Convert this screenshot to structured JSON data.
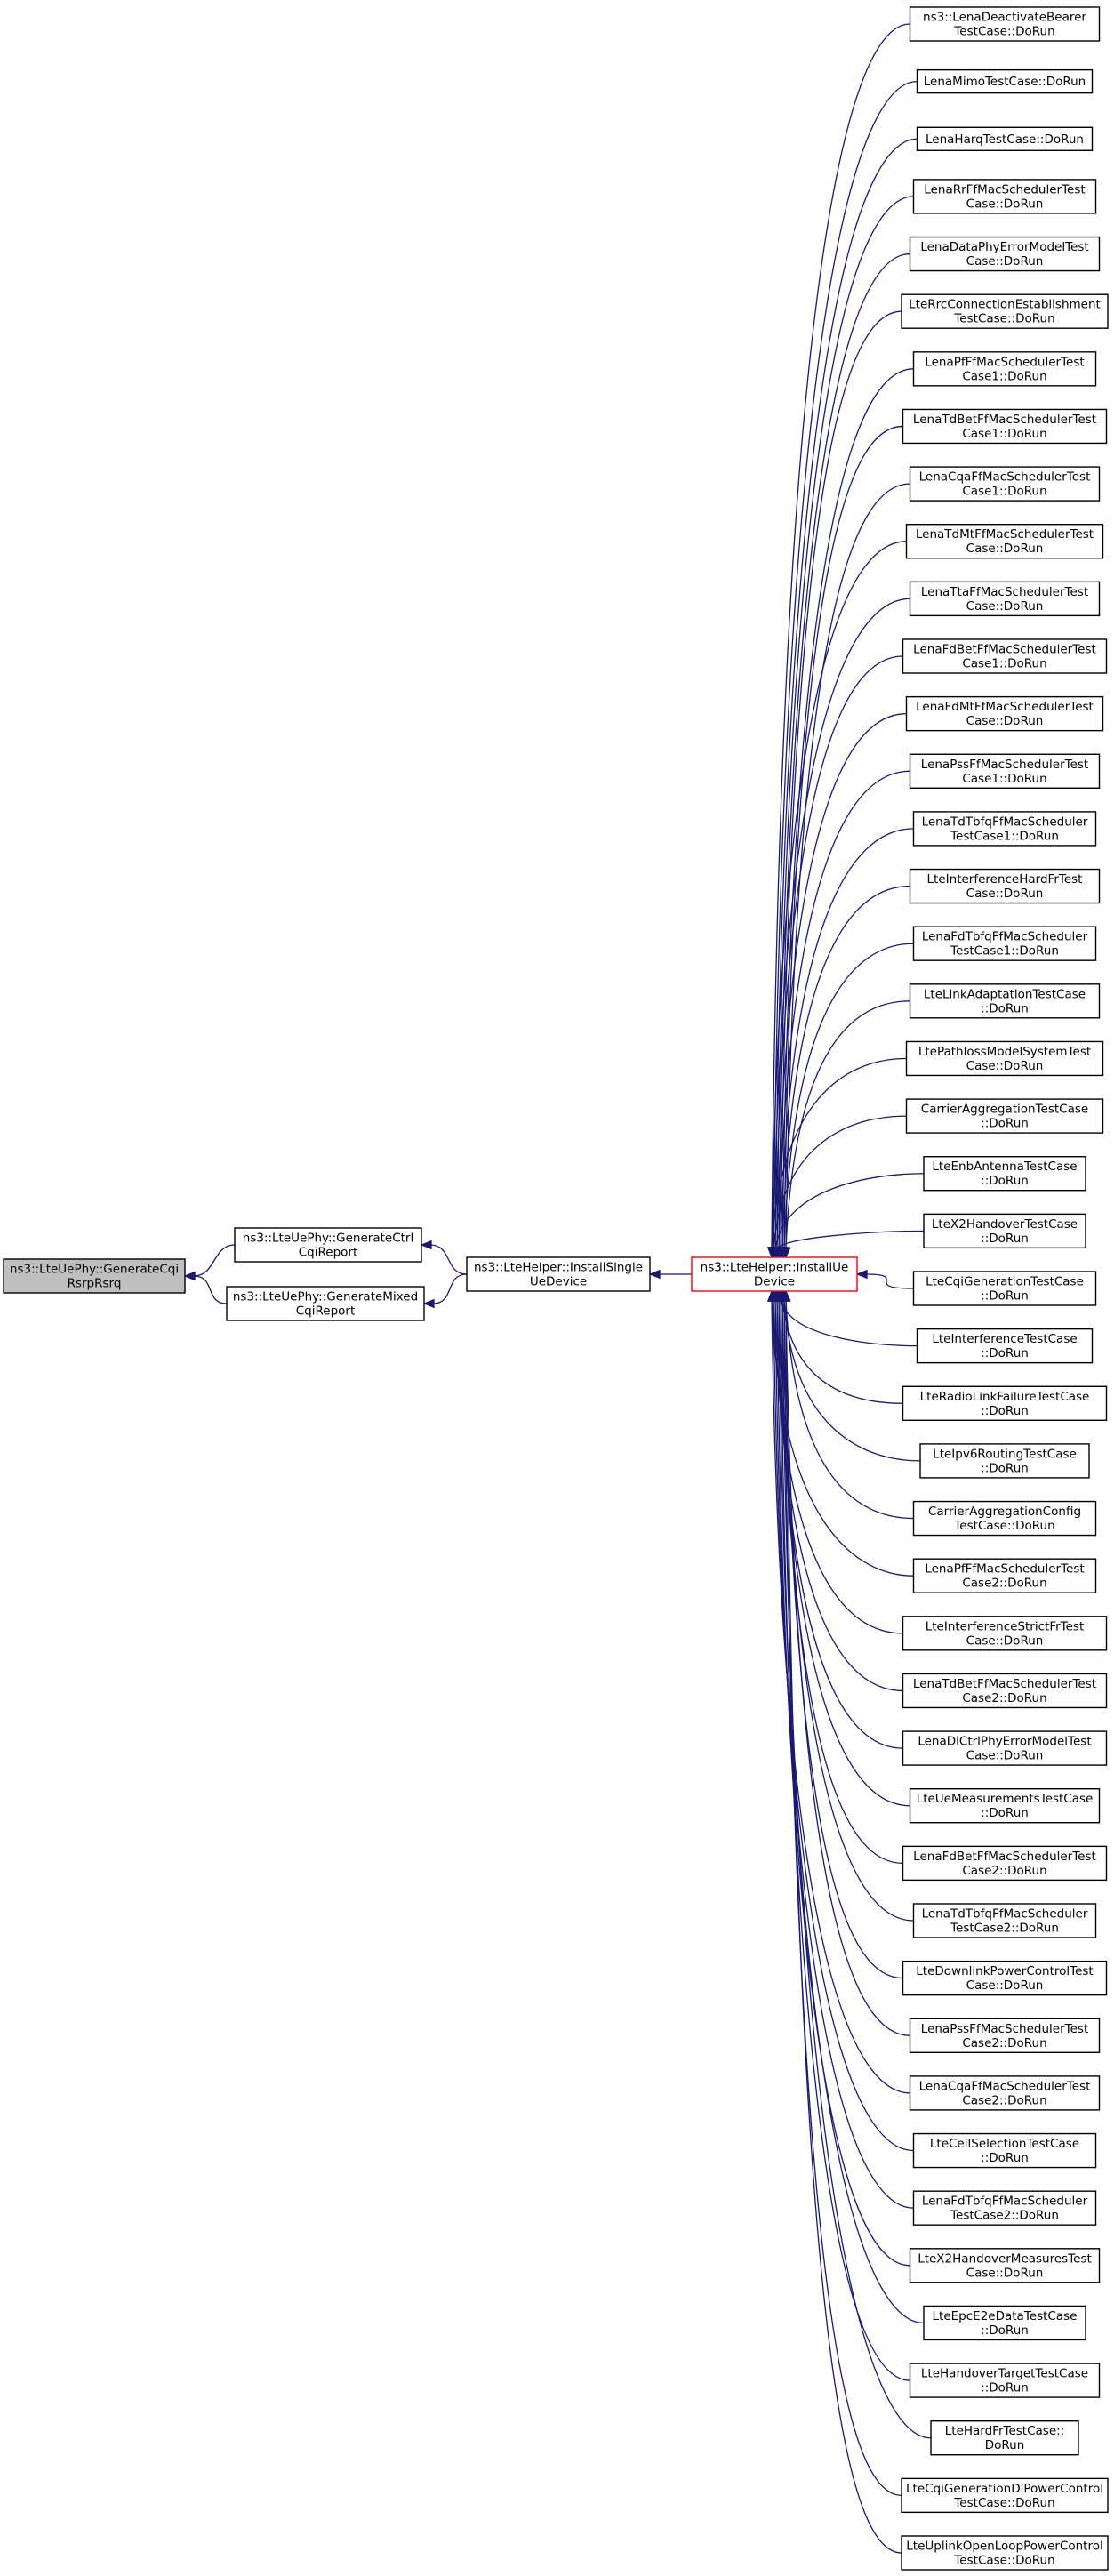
{
  "diagram": {
    "nodes": [
      {
        "id": "n0",
        "lines": [
          "ns3::LteUePhy::GenerateCqi",
          "RsrpRsrq"
        ],
        "style": "current"
      },
      {
        "id": "n1",
        "lines": [
          "ns3::LteUePhy::GenerateCtrl",
          "CqiReport"
        ]
      },
      {
        "id": "n2",
        "lines": [
          "ns3::LteUePhy::GenerateMixed",
          "CqiReport"
        ]
      },
      {
        "id": "n3",
        "lines": [
          "ns3::LteHelper::InstallSingle",
          "UeDevice"
        ]
      },
      {
        "id": "n4",
        "lines": [
          "ns3::LteHelper::InstallUe",
          "Device"
        ],
        "style": "highlight"
      },
      {
        "id": "c0",
        "lines": [
          "ns3::LenaDeactivateBearer",
          "TestCase::DoRun"
        ]
      },
      {
        "id": "c1",
        "lines": [
          "LenaMimoTestCase::DoRun"
        ]
      },
      {
        "id": "c2",
        "lines": [
          "LenaHarqTestCase::DoRun"
        ]
      },
      {
        "id": "c3",
        "lines": [
          "LenaRrFfMacSchedulerTest",
          "Case::DoRun"
        ]
      },
      {
        "id": "c4",
        "lines": [
          "LenaDataPhyErrorModelTest",
          "Case::DoRun"
        ]
      },
      {
        "id": "c5",
        "lines": [
          "LteRrcConnectionEstablishment",
          "TestCase::DoRun"
        ]
      },
      {
        "id": "c6",
        "lines": [
          "LenaPfFfMacSchedulerTest",
          "Case1::DoRun"
        ]
      },
      {
        "id": "c7",
        "lines": [
          "LenaTdBetFfMacSchedulerTest",
          "Case1::DoRun"
        ]
      },
      {
        "id": "c8",
        "lines": [
          "LenaCqaFfMacSchedulerTest",
          "Case1::DoRun"
        ]
      },
      {
        "id": "c9",
        "lines": [
          "LenaTdMtFfMacSchedulerTest",
          "Case::DoRun"
        ]
      },
      {
        "id": "c10",
        "lines": [
          "LenaTtaFfMacSchedulerTest",
          "Case::DoRun"
        ]
      },
      {
        "id": "c11",
        "lines": [
          "LenaFdBetFfMacSchedulerTest",
          "Case1::DoRun"
        ]
      },
      {
        "id": "c12",
        "lines": [
          "LenaFdMtFfMacSchedulerTest",
          "Case::DoRun"
        ]
      },
      {
        "id": "c13",
        "lines": [
          "LenaPssFfMacSchedulerTest",
          "Case1::DoRun"
        ]
      },
      {
        "id": "c14",
        "lines": [
          "LenaTdTbfqFfMacScheduler",
          "TestCase1::DoRun"
        ]
      },
      {
        "id": "c15",
        "lines": [
          "LteInterferenceHardFrTest",
          "Case::DoRun"
        ]
      },
      {
        "id": "c16",
        "lines": [
          "LenaFdTbfqFfMacScheduler",
          "TestCase1::DoRun"
        ]
      },
      {
        "id": "c17",
        "lines": [
          "LteLinkAdaptationTestCase",
          "::DoRun"
        ]
      },
      {
        "id": "c18",
        "lines": [
          "LtePathlossModelSystemTest",
          "Case::DoRun"
        ]
      },
      {
        "id": "c19",
        "lines": [
          "CarrierAggregationTestCase",
          "::DoRun"
        ]
      },
      {
        "id": "c20",
        "lines": [
          "LteEnbAntennaTestCase",
          "::DoRun"
        ]
      },
      {
        "id": "c21",
        "lines": [
          "LteX2HandoverTestCase",
          "::DoRun"
        ]
      },
      {
        "id": "c22",
        "lines": [
          "LteCqiGenerationTestCase",
          "::DoRun"
        ]
      },
      {
        "id": "c23",
        "lines": [
          "LteInterferenceTestCase",
          "::DoRun"
        ]
      },
      {
        "id": "c24",
        "lines": [
          "LteRadioLinkFailureTestCase",
          "::DoRun"
        ]
      },
      {
        "id": "c25",
        "lines": [
          "LteIpv6RoutingTestCase",
          "::DoRun"
        ]
      },
      {
        "id": "c26",
        "lines": [
          "CarrierAggregationConfig",
          "TestCase::DoRun"
        ]
      },
      {
        "id": "c27",
        "lines": [
          "LenaPfFfMacSchedulerTest",
          "Case2::DoRun"
        ]
      },
      {
        "id": "c28",
        "lines": [
          "LteInterferenceStrictFrTest",
          "Case::DoRun"
        ]
      },
      {
        "id": "c29",
        "lines": [
          "LenaTdBetFfMacSchedulerTest",
          "Case2::DoRun"
        ]
      },
      {
        "id": "c30",
        "lines": [
          "LenaDlCtrlPhyErrorModelTest",
          "Case::DoRun"
        ]
      },
      {
        "id": "c31",
        "lines": [
          "LteUeMeasurementsTestCase",
          "::DoRun"
        ]
      },
      {
        "id": "c32",
        "lines": [
          "LenaFdBetFfMacSchedulerTest",
          "Case2::DoRun"
        ]
      },
      {
        "id": "c33",
        "lines": [
          "LenaTdTbfqFfMacScheduler",
          "TestCase2::DoRun"
        ]
      },
      {
        "id": "c34",
        "lines": [
          "LteDownlinkPowerControlTest",
          "Case::DoRun"
        ]
      },
      {
        "id": "c35",
        "lines": [
          "LenaPssFfMacSchedulerTest",
          "Case2::DoRun"
        ]
      },
      {
        "id": "c36",
        "lines": [
          "LenaCqaFfMacSchedulerTest",
          "Case2::DoRun"
        ]
      },
      {
        "id": "c37",
        "lines": [
          "LteCellSelectionTestCase",
          "::DoRun"
        ]
      },
      {
        "id": "c38",
        "lines": [
          "LenaFdTbfqFfMacScheduler",
          "TestCase2::DoRun"
        ]
      },
      {
        "id": "c39",
        "lines": [
          "LteX2HandoverMeasuresTest",
          "Case::DoRun"
        ]
      },
      {
        "id": "c40",
        "lines": [
          "LteEpcE2eDataTestCase",
          "::DoRun"
        ]
      },
      {
        "id": "c41",
        "lines": [
          "LteHandoverTargetTestCase",
          "::DoRun"
        ]
      },
      {
        "id": "c42",
        "lines": [
          "LteHardFrTestCase::",
          "DoRun"
        ]
      },
      {
        "id": "c43",
        "lines": [
          "LteCqiGenerationDlPowerControl",
          "TestCase::DoRun"
        ]
      },
      {
        "id": "c44",
        "lines": [
          "LteUplinkOpenLoopPowerControl",
          "TestCase::DoRun"
        ]
      }
    ],
    "edges": [
      [
        "n1",
        "n0"
      ],
      [
        "n2",
        "n0"
      ],
      [
        "n3",
        "n1"
      ],
      [
        "n3",
        "n2"
      ],
      [
        "n4",
        "n3"
      ],
      [
        "c0",
        "n4"
      ],
      [
        "c1",
        "n4"
      ],
      [
        "c2",
        "n4"
      ],
      [
        "c3",
        "n4"
      ],
      [
        "c4",
        "n4"
      ],
      [
        "c5",
        "n4"
      ],
      [
        "c6",
        "n4"
      ],
      [
        "c7",
        "n4"
      ],
      [
        "c8",
        "n4"
      ],
      [
        "c9",
        "n4"
      ],
      [
        "c10",
        "n4"
      ],
      [
        "c11",
        "n4"
      ],
      [
        "c12",
        "n4"
      ],
      [
        "c13",
        "n4"
      ],
      [
        "c14",
        "n4"
      ],
      [
        "c15",
        "n4"
      ],
      [
        "c16",
        "n4"
      ],
      [
        "c17",
        "n4"
      ],
      [
        "c18",
        "n4"
      ],
      [
        "c19",
        "n4"
      ],
      [
        "c20",
        "n4"
      ],
      [
        "c21",
        "n4"
      ],
      [
        "c22",
        "n4"
      ],
      [
        "c23",
        "n4"
      ],
      [
        "c24",
        "n4"
      ],
      [
        "c25",
        "n4"
      ],
      [
        "c26",
        "n4"
      ],
      [
        "c27",
        "n4"
      ],
      [
        "c28",
        "n4"
      ],
      [
        "c29",
        "n4"
      ],
      [
        "c30",
        "n4"
      ],
      [
        "c31",
        "n4"
      ],
      [
        "c32",
        "n4"
      ],
      [
        "c33",
        "n4"
      ],
      [
        "c34",
        "n4"
      ],
      [
        "c35",
        "n4"
      ],
      [
        "c36",
        "n4"
      ],
      [
        "c37",
        "n4"
      ],
      [
        "c38",
        "n4"
      ],
      [
        "c39",
        "n4"
      ],
      [
        "c40",
        "n4"
      ],
      [
        "c41",
        "n4"
      ],
      [
        "c42",
        "n4"
      ],
      [
        "c43",
        "n4"
      ],
      [
        "c44",
        "n4"
      ]
    ],
    "colors": {
      "edge": "#191970",
      "current_fill": "#bfbfbf",
      "highlight_border": "#ff0000",
      "node_border": "#000000",
      "node_fill": "#ffffff"
    }
  }
}
